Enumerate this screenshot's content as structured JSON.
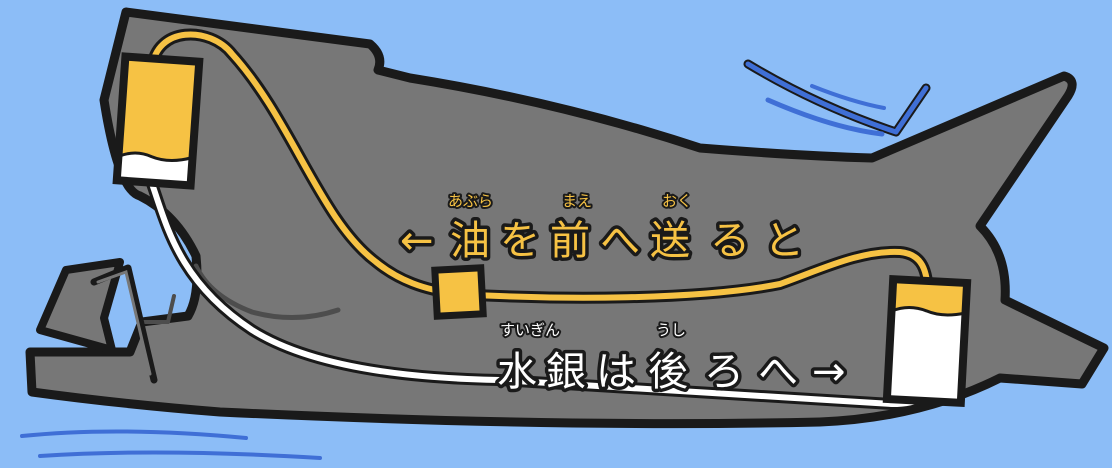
{
  "colors": {
    "sky": "#8cbdf7",
    "hull": "#777777",
    "outline": "#1a1a1a",
    "oil": "#f6c244",
    "mercury": "#ffffff",
    "motion_lines": "#3f6fd6"
  },
  "labels": {
    "oil": {
      "arrow": "←",
      "chars": [
        "油",
        "を",
        "前",
        "へ",
        "送",
        "る",
        "と"
      ],
      "ruby": {
        "abura": "あぶら",
        "mae": "まえ",
        "oku": "おく"
      }
    },
    "mercury": {
      "chars": [
        "水",
        "銀",
        "は",
        "後",
        "ろ",
        "へ"
      ],
      "arrow": "→",
      "ruby": {
        "suigin": "すいぎん",
        "ushi": "うし"
      }
    }
  }
}
